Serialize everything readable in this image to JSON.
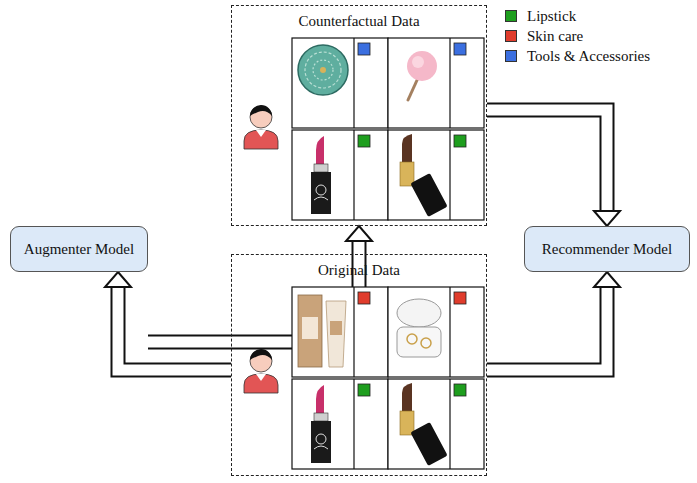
{
  "diagram": {
    "nodes": [
      {
        "text": [
          "Counterfactual Data"
        ]
      },
      {
        "text": [
          "Augmenter Model"
        ]
      },
      {
        "text": [
          "Recommender Model"
        ]
      },
      {
        "text": [
          "Original Data"
        ]
      }
    ],
    "edges": [
      {
        "from": 3,
        "to": 1,
        "arrow": "to"
      },
      {
        "from": 1,
        "to": 0,
        "arrow": "to"
      },
      {
        "from": 0,
        "to": 2,
        "arrow": "to"
      },
      {
        "from": 3,
        "to": 2,
        "arrow": "to"
      }
    ],
    "legend": [
      {
        "text": "Lipstick",
        "color": "#1e9e1e"
      },
      {
        "text": "Skin care",
        "color": "#e03c2c"
      },
      {
        "text": "Tools & Accessories",
        "color": "#3b6fe0"
      }
    ]
  }
}
